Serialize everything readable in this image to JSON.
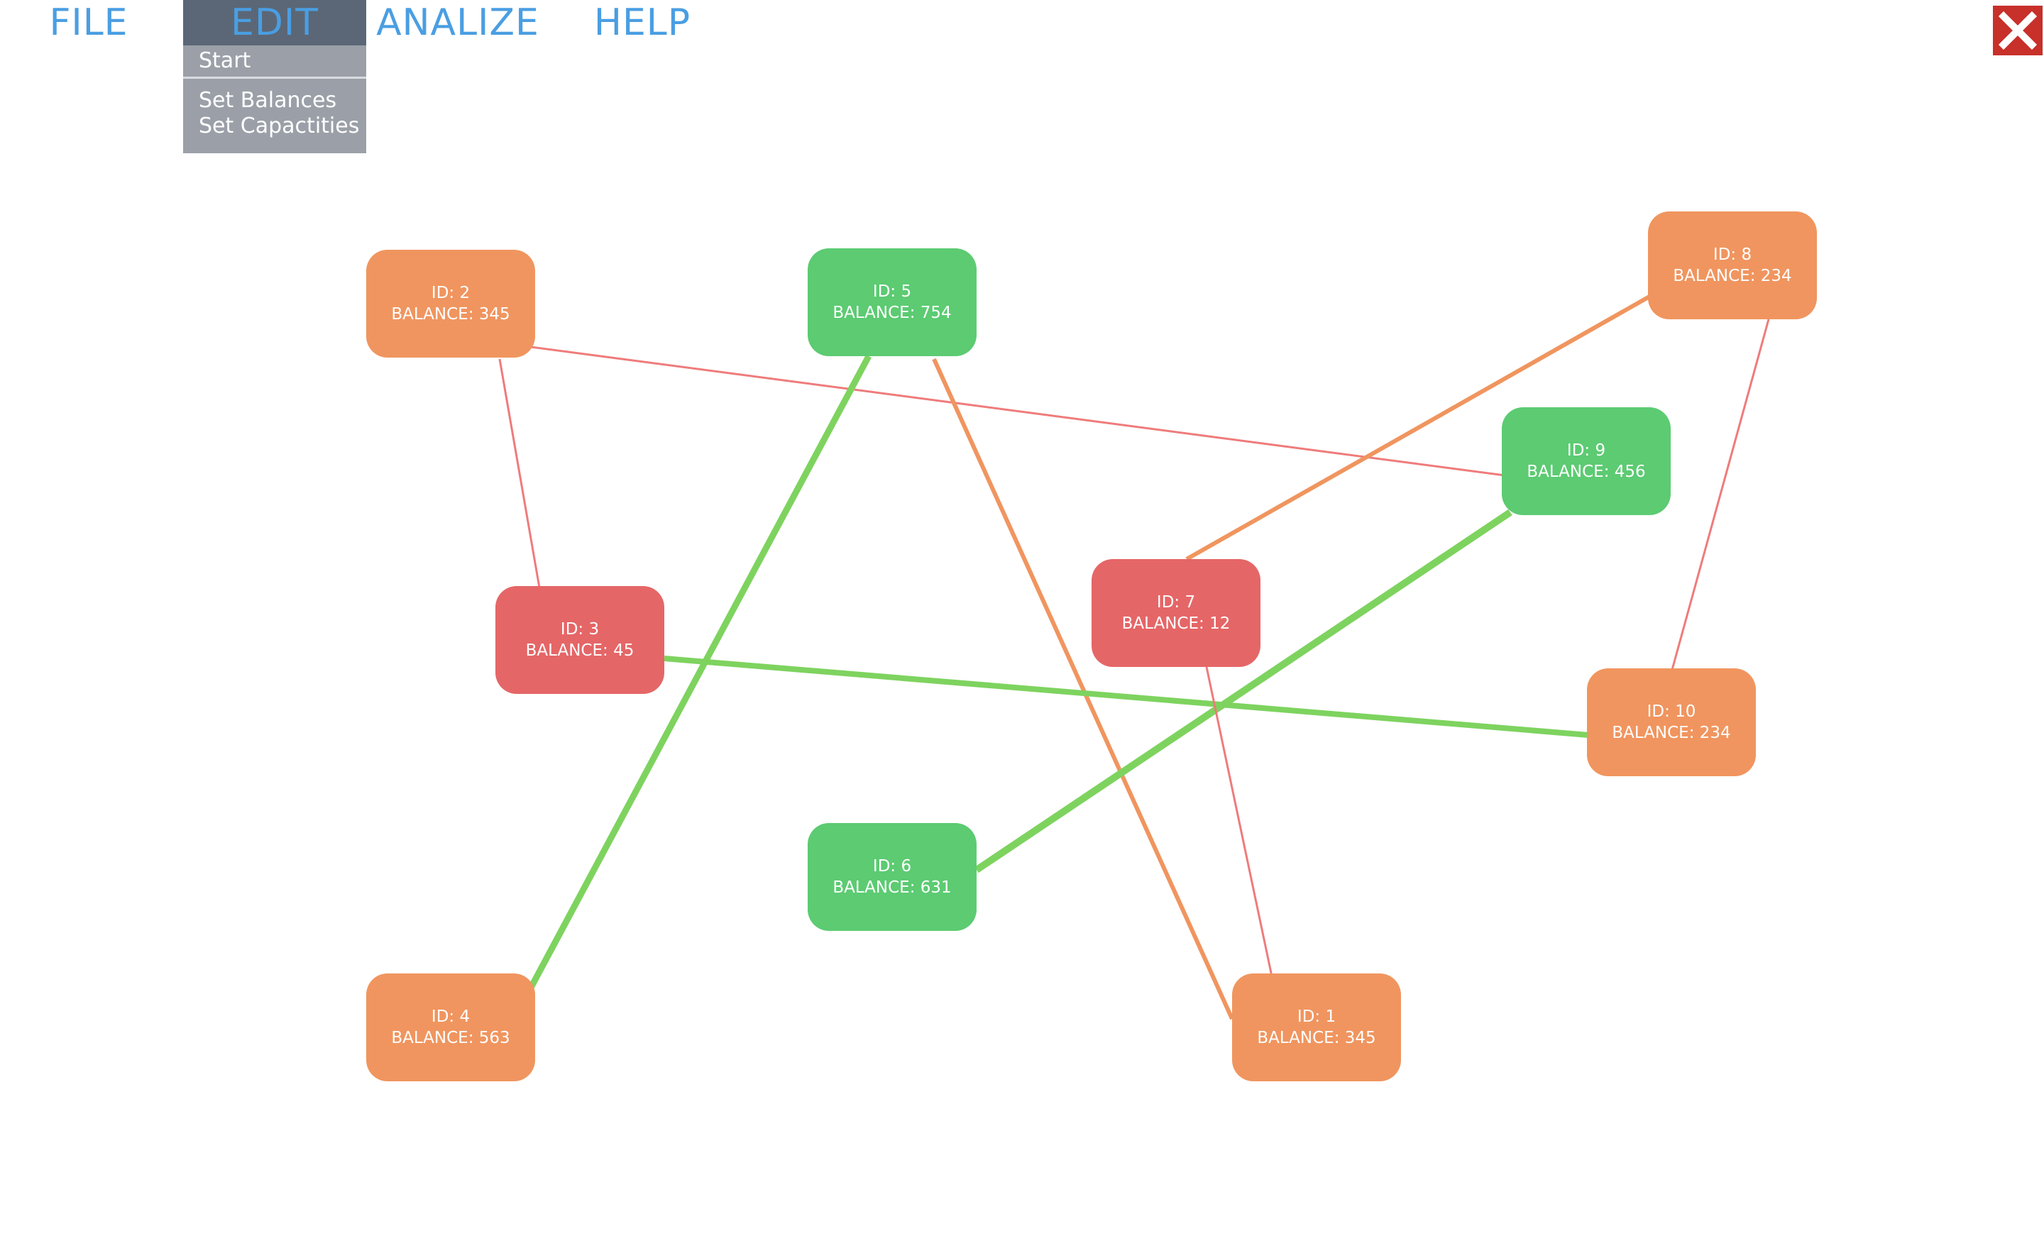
{
  "menubar": {
    "file": "FILE",
    "edit": "EDIT",
    "analize": "ANALIZE",
    "help": "HELP"
  },
  "edit_menu": {
    "start": "Start",
    "set_balances": "Set Balances",
    "set_capacities": "Set Capactities"
  },
  "close": {
    "icon": "close-icon"
  },
  "colors": {
    "orange": "#f0955f",
    "green": "#5ccb72",
    "red": "#e56667",
    "menu_text": "#4a9ee2",
    "edge_green": "#7ed35f",
    "edge_orange": "#f0955f",
    "edge_red": "#ef7b7b"
  },
  "nodes": [
    {
      "id_label": "ID: 2",
      "balance_label": "BALANCE: 345",
      "color": "orange"
    },
    {
      "id_label": "ID: 5",
      "balance_label": "BALANCE: 754",
      "color": "green"
    },
    {
      "id_label": "ID: 8",
      "balance_label": "BALANCE: 234",
      "color": "orange"
    },
    {
      "id_label": "ID: 9",
      "balance_label": "BALANCE: 456",
      "color": "green"
    },
    {
      "id_label": "ID: 3",
      "balance_label": "BALANCE: 45",
      "color": "red"
    },
    {
      "id_label": "ID: 7",
      "balance_label": "BALANCE: 12",
      "color": "red"
    },
    {
      "id_label": "ID: 10",
      "balance_label": "BALANCE: 234",
      "color": "orange"
    },
    {
      "id_label": "ID: 6",
      "balance_label": "BALANCE: 631",
      "color": "green"
    },
    {
      "id_label": "ID: 4",
      "balance_label": "BALANCE: 563",
      "color": "orange"
    },
    {
      "id_label": "ID: 1",
      "balance_label": "BALANCE: 345",
      "color": "orange"
    }
  ],
  "edges": [
    {
      "from": "ID: 2",
      "to": "ID: 9",
      "color": "edge_red",
      "weight": "thin"
    },
    {
      "from": "ID: 2",
      "to": "ID: 3",
      "color": "edge_red",
      "weight": "thin"
    },
    {
      "from": "ID: 5",
      "to": "ID: 4",
      "color": "edge_green",
      "weight": "thick"
    },
    {
      "from": "ID: 5",
      "to": "ID: 1",
      "color": "edge_orange",
      "weight": "medium"
    },
    {
      "from": "ID: 8",
      "to": "ID: 7",
      "color": "edge_orange",
      "weight": "medium"
    },
    {
      "from": "ID: 8",
      "to": "ID: 10",
      "color": "edge_red",
      "weight": "thin"
    },
    {
      "from": "ID: 9",
      "to": "ID: 6",
      "color": "edge_green",
      "weight": "thick"
    },
    {
      "from": "ID: 3",
      "to": "ID: 10",
      "color": "edge_green",
      "weight": "thick"
    },
    {
      "from": "ID: 7",
      "to": "ID: 1",
      "color": "edge_red",
      "weight": "thin"
    }
  ]
}
